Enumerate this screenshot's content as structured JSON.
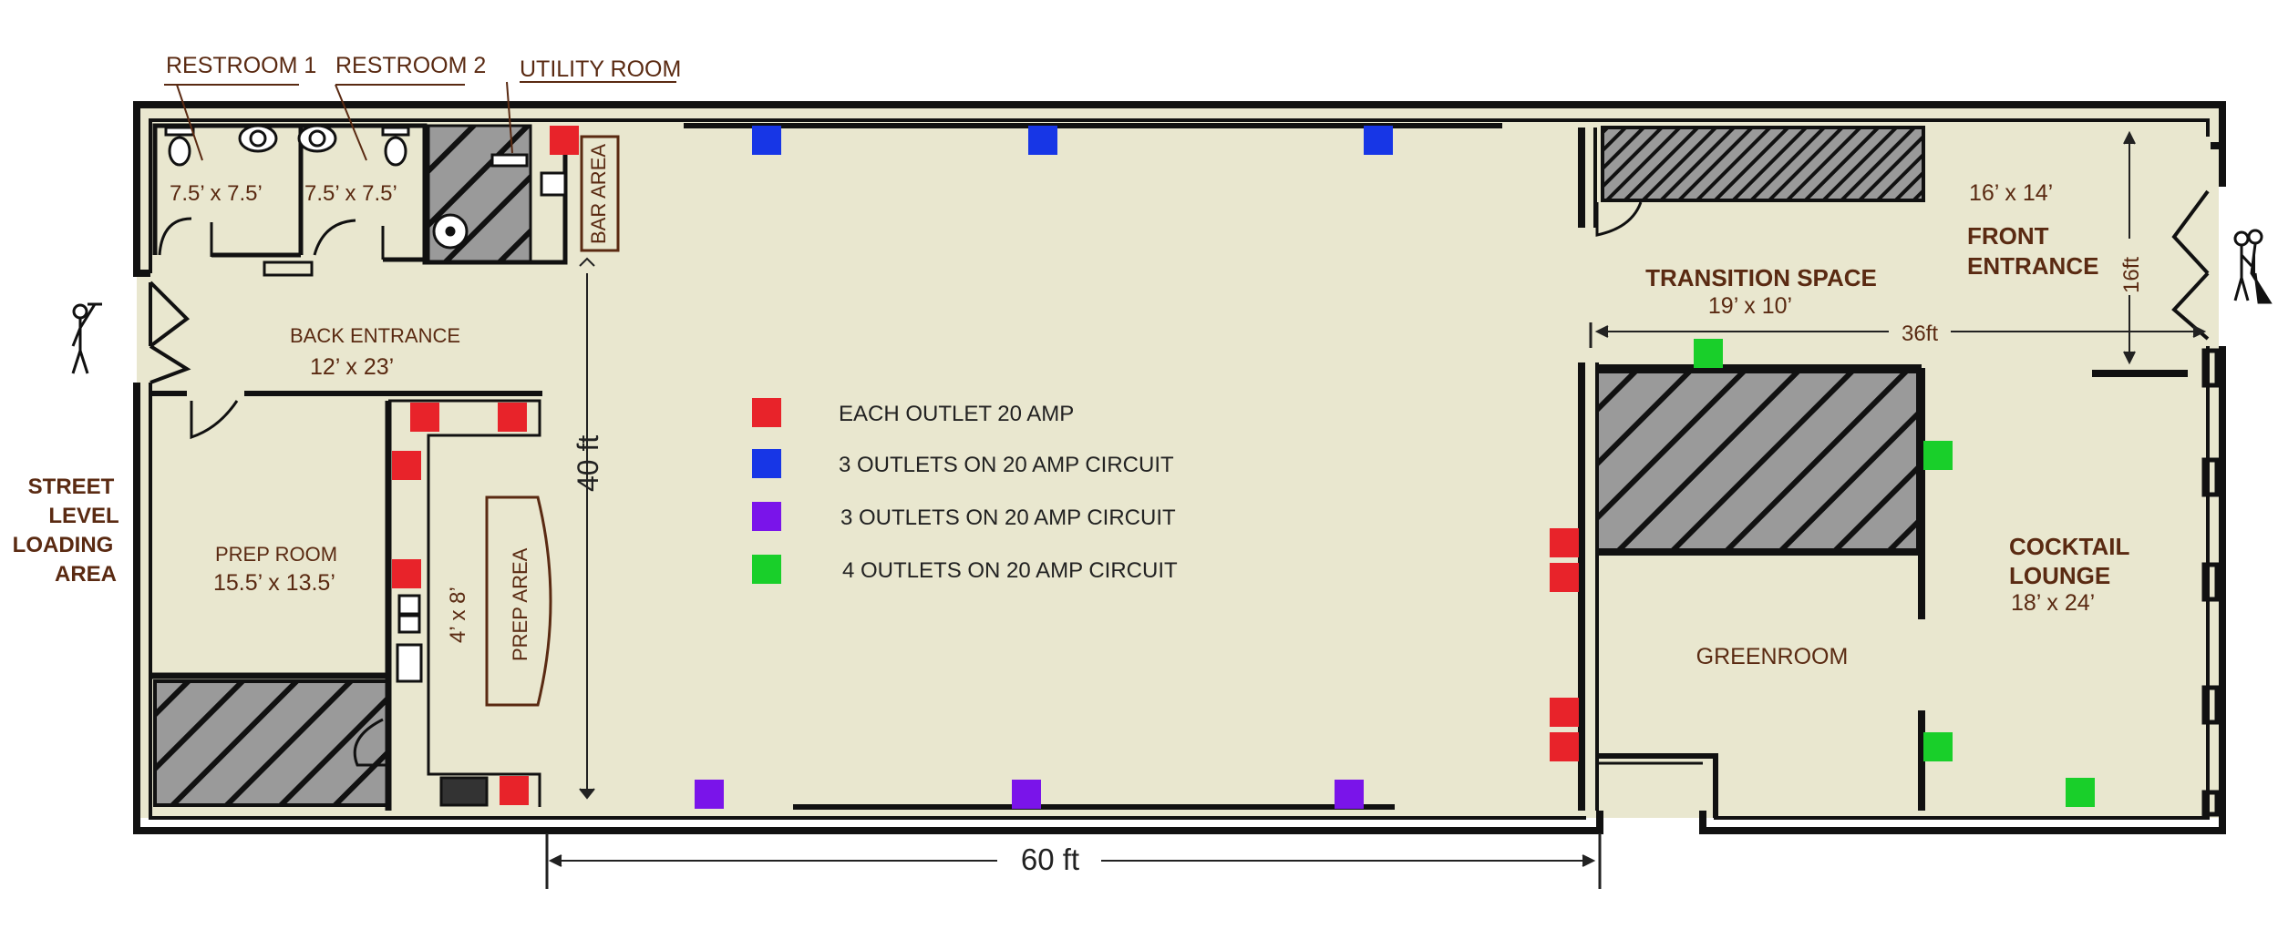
{
  "labels": {
    "restroom1": "RESTROOM 1",
    "restroom2": "RESTROOM 2",
    "utility_room": "UTILITY ROOM",
    "restroom1_size": "7.5’ x 7.5’",
    "restroom2_size": "7.5’ x 7.5’",
    "bar_area": "BAR AREA",
    "back_entrance": "BACK ENTRANCE",
    "back_entrance_size": "12’ x 23’",
    "street_loading": [
      "STREET",
      "LEVEL",
      "LOADING",
      "AREA"
    ],
    "prep_room": "PREP ROOM",
    "prep_room_size": "15.5’ x 13.5’",
    "prep_area": "PREP AREA",
    "prep_counter_size": "4’ x 8’",
    "height_40": "40 ft",
    "length_60": "60 ft",
    "transition_space": "TRANSITION SPACE",
    "transition_size": "19’ x 10’",
    "front_size": "16’ x 14’",
    "front_entrance": [
      "FRONT",
      "ENTRANCE"
    ],
    "dim_16ft": "16ft",
    "dim_36ft": "36ft",
    "greenroom": "GREENROOM",
    "cocktail_lounge": [
      "COCKTAIL",
      "LOUNGE"
    ],
    "cocktail_size": "18’ x 24’"
  },
  "legend": [
    {
      "color": "#e8232a",
      "text": "EACH OUTLET 20 AMP"
    },
    {
      "color": "#1736e6",
      "text": "3 OUTLETS ON 20 AMP CIRCUIT"
    },
    {
      "color": "#7a14ea",
      "text": "3 OUTLETS ON 20 AMP CIRCUIT"
    },
    {
      "color": "#19cf2a",
      "text": "4 OUTLETS ON 20 AMP CIRCUIT"
    }
  ],
  "colors": {
    "floor": "#e9e7cf",
    "wall": "#111111",
    "hatch_fill": "#9a9a9a",
    "text": "#5a2a12"
  }
}
